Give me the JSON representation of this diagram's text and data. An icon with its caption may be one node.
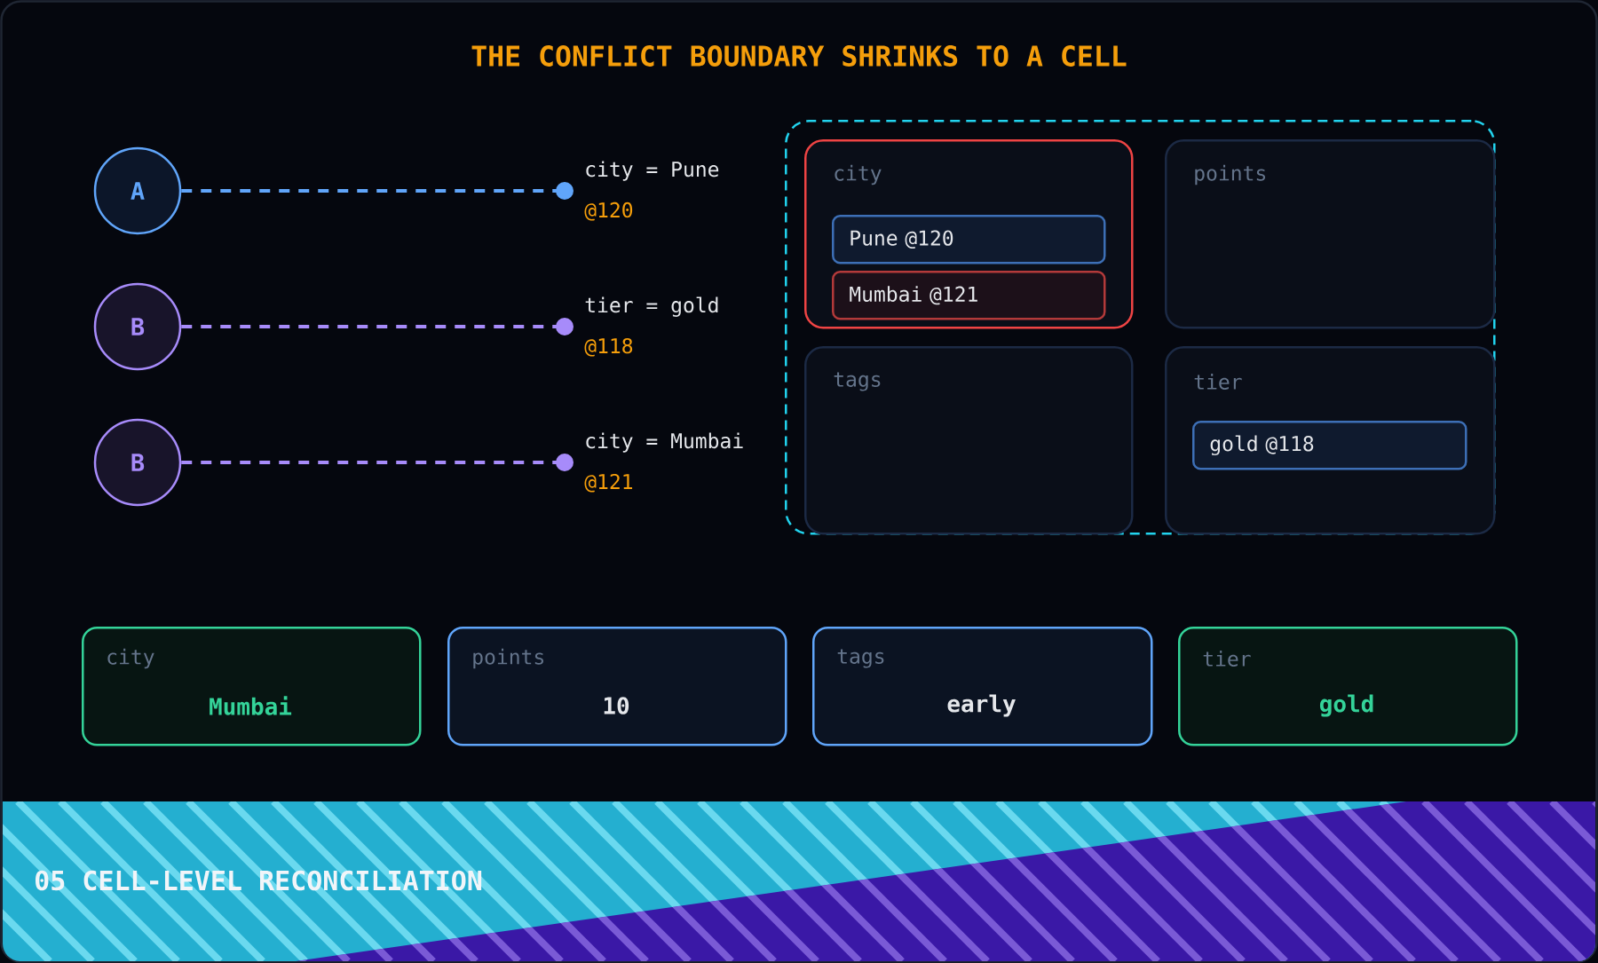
{
  "diagram": {
    "title": "THE CONFLICT BOUNDARY SHRINKS TO A CELL",
    "nodes": [
      {
        "text": [
          "A"
        ]
      },
      {
        "text": [
          "B"
        ]
      },
      {
        "text": [
          "B"
        ]
      },
      {
        "text": [
          "city = Pune",
          "@120"
        ]
      },
      {
        "text": [
          "tier = gold",
          "@118"
        ]
      },
      {
        "text": [
          "city = Mumbai",
          "@121"
        ]
      },
      {
        "text": [],
        "shape": "box"
      },
      {
        "text": [
          "city"
        ],
        "in": 6
      },
      {
        "text": [
          "Pune @120"
        ],
        "in": 7
      },
      {
        "text": [
          "Mumbai @121"
        ],
        "in": 7
      },
      {
        "text": [
          "points"
        ],
        "in": 6
      },
      {
        "text": [
          "tags"
        ],
        "in": 6
      },
      {
        "text": [
          "tier"
        ],
        "in": 6
      },
      {
        "text": [
          "gold @118"
        ],
        "in": 12
      },
      {
        "text": [
          "city",
          "Mumbai"
        ]
      },
      {
        "text": [
          "points",
          "10"
        ]
      },
      {
        "text": [
          "tags",
          "early"
        ]
      },
      {
        "text": [
          "tier",
          "gold"
        ]
      },
      {
        "text": [
          "05 CELL-LEVEL RECONCILIATION"
        ]
      }
    ],
    "edges": [
      {
        "from": 0,
        "to": 3,
        "arrow": "other",
        "style": "dashed",
        "color": "#60a5fa"
      },
      {
        "from": 1,
        "to": 4,
        "arrow": "other",
        "style": "dashed"
      },
      {
        "from": 2,
        "to": 5,
        "arrow": "other",
        "style": "dashed"
      }
    ]
  }
}
